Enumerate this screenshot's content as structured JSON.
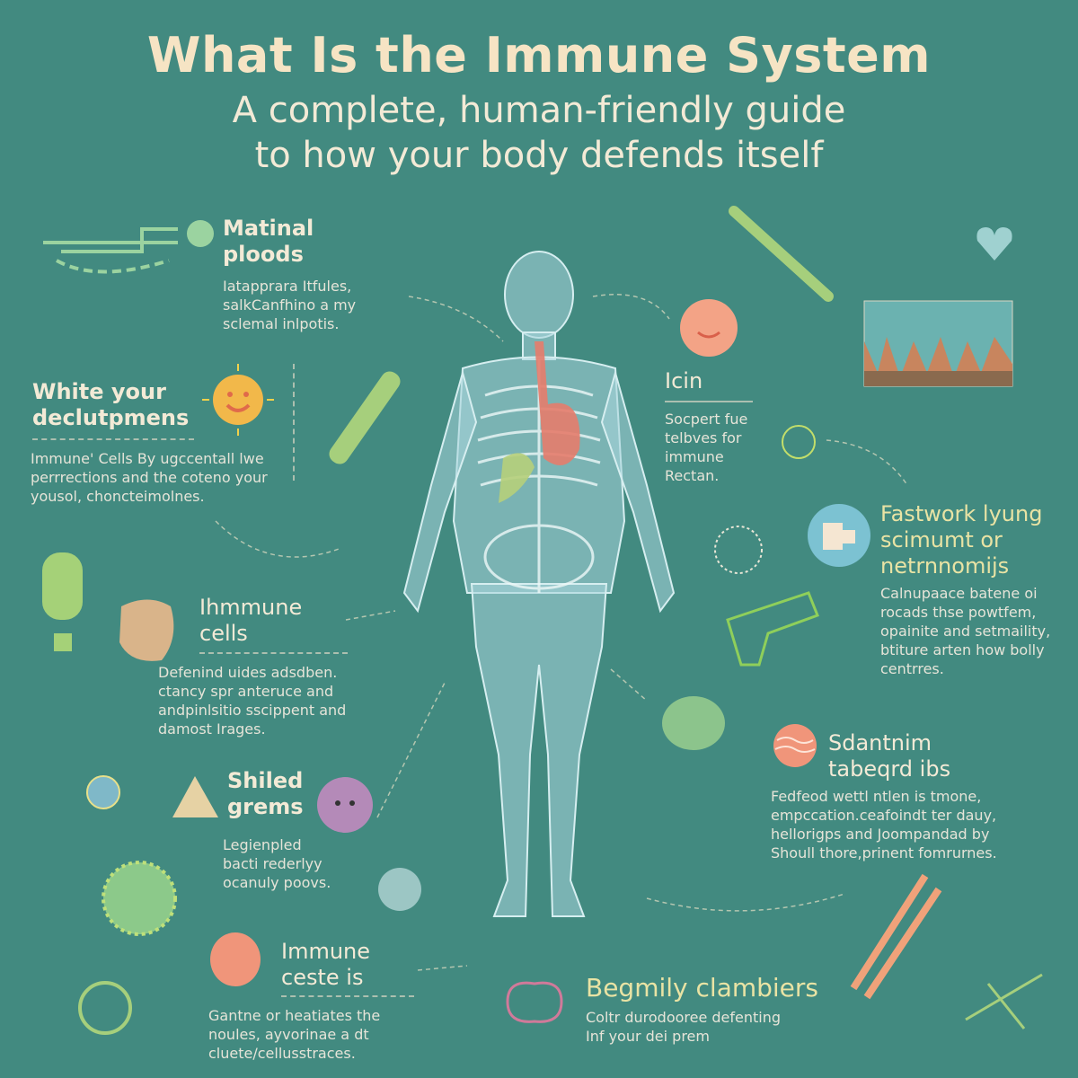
{
  "header": {
    "title": "What Is the Immune System",
    "subtitle_line1": "A complete, human-friendly guide",
    "subtitle_line2": "to how your body defends itself"
  },
  "sections": [
    {
      "heading": [
        "Matinal",
        "ploods"
      ],
      "body": [
        "Iatapprara Itfules,",
        "salkCanfhino a my",
        "sclemal inlpotis."
      ]
    },
    {
      "heading": [
        "White your",
        "declutpmens"
      ],
      "body": [
        "Immune' Cells By ugccentall lwe",
        "perrrections and the coteno your",
        "yousol, choncteimolnes."
      ]
    },
    {
      "heading": [
        "Ihmmune",
        "cells"
      ],
      "body": [
        "Defenind uides adsdben.",
        "ctancy spr anteruce and",
        "andpinlsitio sscippent and",
        "damost Irages."
      ]
    },
    {
      "heading": [
        "Shiled",
        "grems"
      ],
      "body": [
        "Legienpled",
        "bacti rederlyy",
        "ocanuly poovs."
      ]
    },
    {
      "heading": [
        "Immune",
        "ceste is"
      ],
      "body": [
        "Gantne or heatiates the",
        "noules, ayvorinae a dt",
        "cluete/cellusstraces."
      ]
    },
    {
      "heading": [
        "Icin"
      ],
      "body": [
        "Socpert fue",
        "telbves for",
        "immune",
        "Rectan."
      ]
    },
    {
      "heading": [
        "Fastwork lyung",
        "scimumt or",
        "netrnnomijs"
      ],
      "body": [
        "Calnupaace batene oi",
        "rocads thse powtfem,",
        "opainite and setmaility,",
        "btiture arten how bolly",
        "centrres."
      ]
    },
    {
      "heading": [
        "Sdantnim",
        "tabeqrd ibs"
      ],
      "body": [
        "Fedfeod wettl ntlen is tmone,",
        "empccation.ceafoindt ter dauy,",
        "hellorigps and Joompandad by",
        "Shoull thore,prinent fomrurnes."
      ]
    },
    {
      "heading": [
        "Begmily clambiers"
      ],
      "body": [
        "Coltr durodooree defenting",
        "Inf your dei prem"
      ]
    }
  ],
  "colors": {
    "background": "#428a80",
    "title": "#f6e4c4",
    "accent_yellow": "#e9e3a4",
    "icon_green": "#9ccf7a",
    "body_blue": "#a8d4dc"
  }
}
